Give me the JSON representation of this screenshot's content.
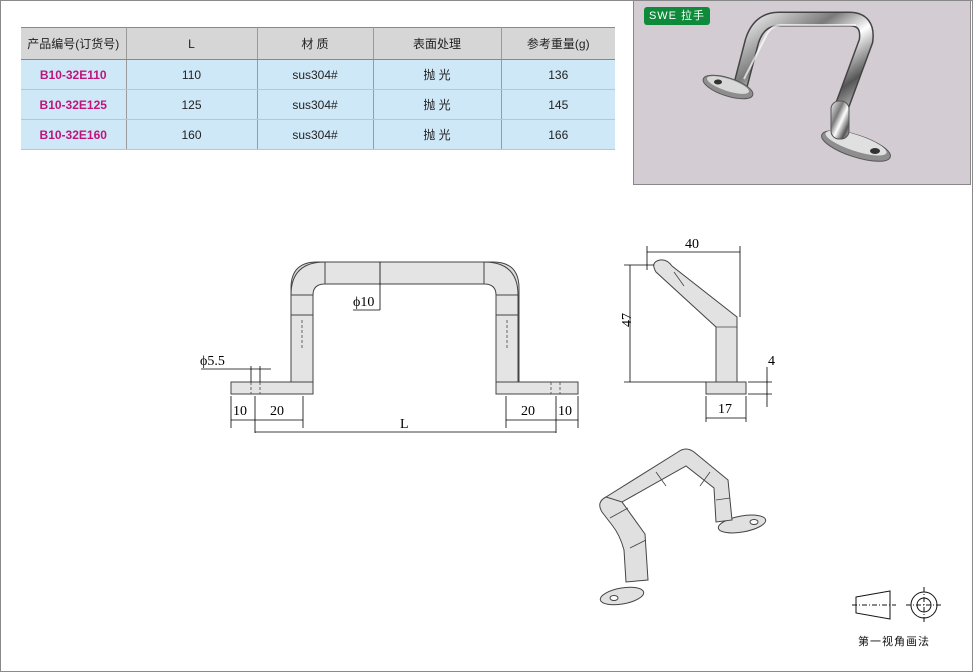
{
  "table": {
    "headers": [
      "产品编号(订货号)",
      "L",
      "材 质",
      "表面处理",
      "参考重量(g)"
    ],
    "rows": [
      {
        "code": "B10-32E110",
        "L": "110",
        "material": "sus304#",
        "surface": "抛 光",
        "weight": "136"
      },
      {
        "code": "B10-32E125",
        "L": "125",
        "material": "sus304#",
        "surface": "抛 光",
        "weight": "145"
      },
      {
        "code": "B10-32E160",
        "L": "160",
        "material": "sus304#",
        "surface": "抛 光",
        "weight": "166"
      }
    ]
  },
  "photo": {
    "badge": "SWE 拉手"
  },
  "front_view": {
    "dia": "ϕ10",
    "hole": "ϕ5.5",
    "d10_left": "10",
    "d20_left": "20",
    "d20_right": "20",
    "d10_right": "10",
    "length": "L"
  },
  "side_view": {
    "width": "40",
    "height": "47",
    "thickness": "4",
    "base": "17"
  },
  "projection": {
    "label": "第一视角画法"
  }
}
